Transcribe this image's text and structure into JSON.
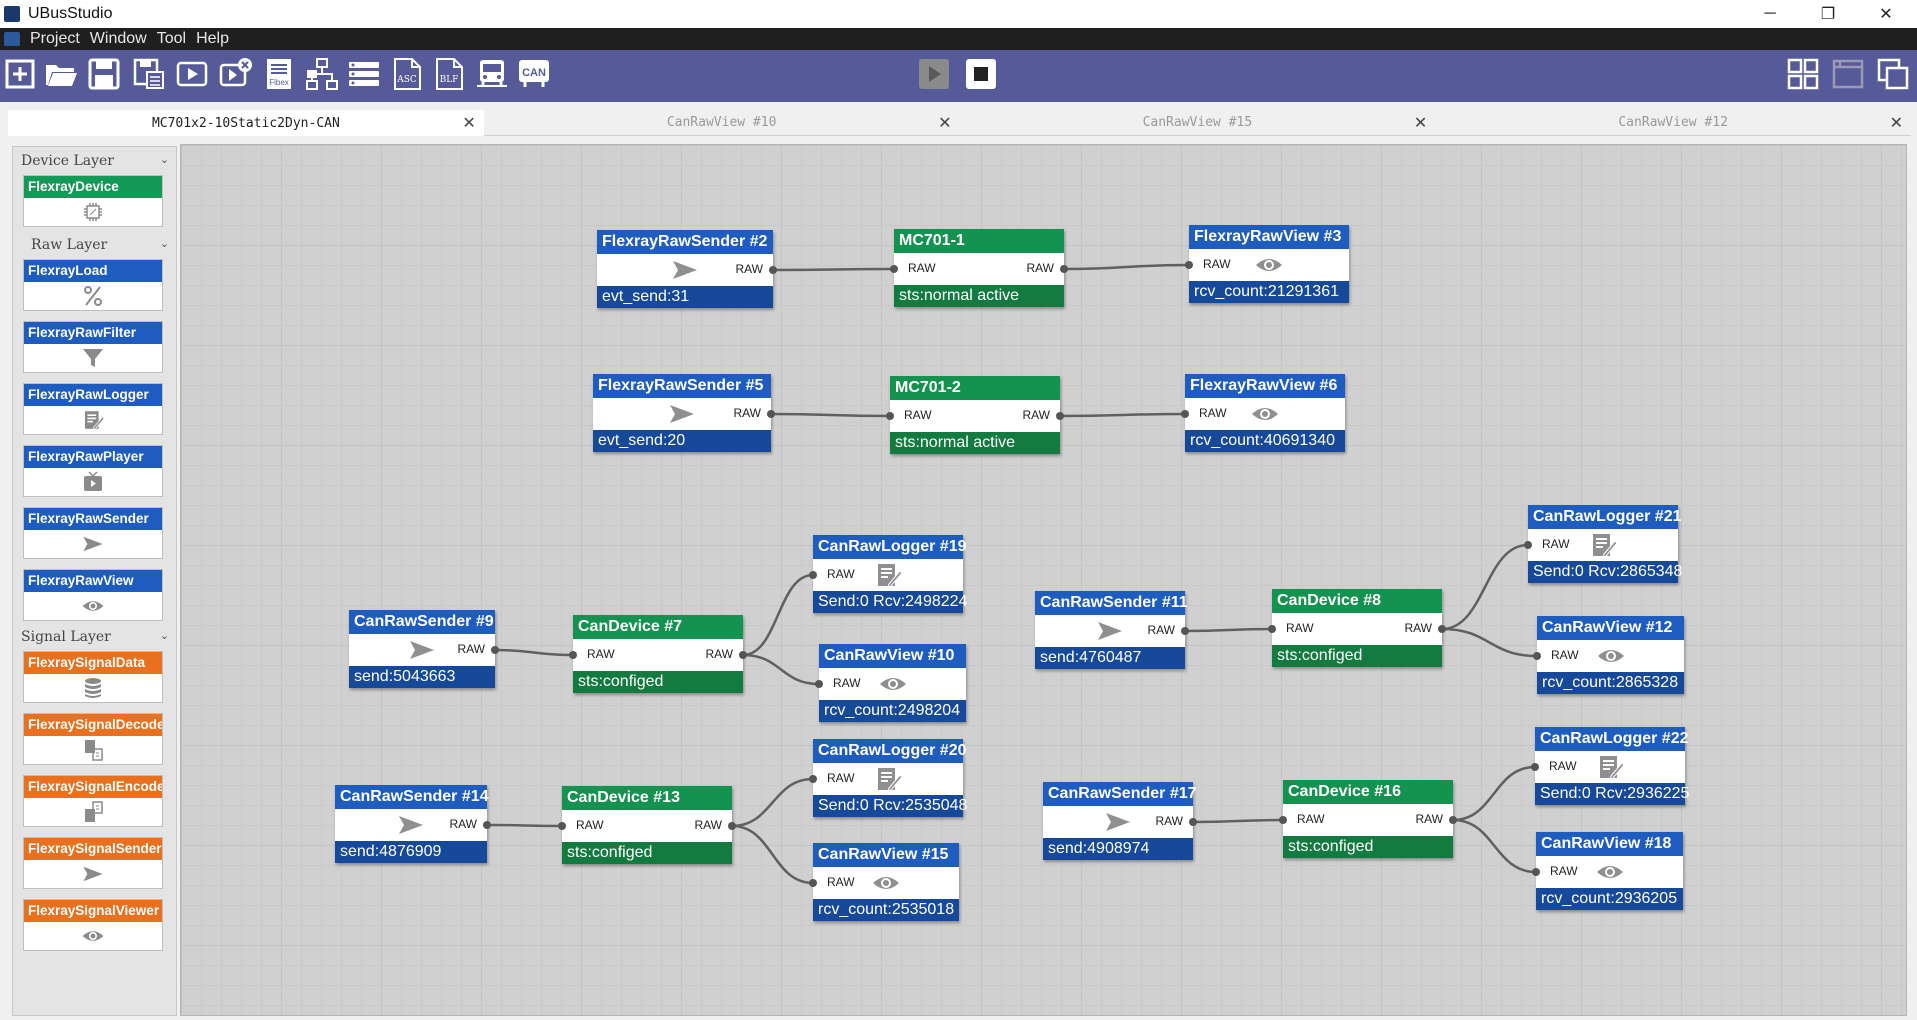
{
  "window": {
    "title": "UBusStudio",
    "controls": [
      "─",
      "❐",
      "✕"
    ]
  },
  "menu": [
    "Project",
    "Window",
    "Tool",
    "Help"
  ],
  "toolbar": {
    "left": [
      {
        "name": "new-icon",
        "label": "+"
      },
      {
        "name": "open-folder-icon",
        "label": ""
      },
      {
        "name": "save-icon",
        "label": ""
      },
      {
        "name": "save-as-icon",
        "label": ""
      },
      {
        "name": "run-project-icon",
        "label": ""
      },
      {
        "name": "stop-project-icon",
        "label": ""
      },
      {
        "name": "fibex-icon",
        "label": "Fibex"
      },
      {
        "name": "topology-icon",
        "label": ""
      },
      {
        "name": "list-icon",
        "label": ""
      },
      {
        "name": "asc-file-icon",
        "label": "ASC"
      },
      {
        "name": "blf-file-icon",
        "label": "BLF"
      },
      {
        "name": "bus-icon",
        "label": ""
      },
      {
        "name": "can-icon",
        "label": "CAN"
      }
    ],
    "center": [
      {
        "name": "play-icon"
      },
      {
        "name": "stop-icon"
      }
    ],
    "right": [
      {
        "name": "tile-windows-icon"
      },
      {
        "name": "window-icon"
      },
      {
        "name": "cascade-windows-icon"
      }
    ]
  },
  "tabs": [
    {
      "label": "MC701x2-10Static2Dyn-CAN",
      "active": true
    },
    {
      "label": "CanRawView #10",
      "active": false
    },
    {
      "label": "CanRawView #15",
      "active": false
    },
    {
      "label": "CanRawView #12",
      "active": false
    }
  ],
  "palette": {
    "layers": [
      {
        "title": "Device Layer",
        "items": [
          {
            "label": "FlexrayDevice",
            "color": "#149a57",
            "icon": "chip-icon"
          }
        ]
      },
      {
        "title": "Raw Layer",
        "items": [
          {
            "label": "FlexrayLoad",
            "color": "#1f5cc0",
            "icon": "percent-icon"
          },
          {
            "label": "FlexrayRawFilter",
            "color": "#1f5cc0",
            "icon": "filter-icon"
          },
          {
            "label": "FlexrayRawLogger",
            "color": "#1f5cc0",
            "icon": "logger-icon"
          },
          {
            "label": "FlexrayRawPlayer",
            "color": "#1f5cc0",
            "icon": "player-icon"
          },
          {
            "label": "FlexrayRawSender",
            "color": "#1f5cc0",
            "icon": "send-icon"
          },
          {
            "label": "FlexrayRawView",
            "color": "#1f5cc0",
            "icon": "eye-icon"
          }
        ]
      },
      {
        "title": "Signal Layer",
        "items": [
          {
            "label": "FlexraySignalData",
            "color": "#e8701e",
            "icon": "database-icon"
          },
          {
            "label": "FlexraySignalDecode",
            "color": "#e8701e",
            "icon": "decode-icon"
          },
          {
            "label": "FlexraySignalEncode",
            "color": "#e8701e",
            "icon": "encode-icon"
          },
          {
            "label": "FlexraySignalSender",
            "color": "#e8701e",
            "icon": "send-icon"
          },
          {
            "label": "FlexraySignalViewer",
            "color": "#e8701e",
            "icon": "eye-icon"
          }
        ]
      }
    ]
  },
  "pin_label": "RAW",
  "nodes": [
    {
      "id": "n2",
      "title": "FlexrayRawSender #2",
      "color": "blue",
      "icon": "send-icon",
      "status": "evt_send:31",
      "pins": "out"
    },
    {
      "id": "m1",
      "title": "MC701-1",
      "color": "green",
      "icon": "",
      "status": "sts:normal active",
      "pins": "both"
    },
    {
      "id": "n3",
      "title": "FlexrayRawView #3",
      "color": "blue",
      "icon": "eye-icon",
      "status": "rcv_count:21291361",
      "pins": "in"
    },
    {
      "id": "n5",
      "title": "FlexrayRawSender #5",
      "color": "blue",
      "icon": "send-icon",
      "status": "evt_send:20",
      "pins": "out"
    },
    {
      "id": "m2",
      "title": "MC701-2",
      "color": "green",
      "icon": "",
      "status": "sts:normal active",
      "pins": "both"
    },
    {
      "id": "n6",
      "title": "FlexrayRawView #6",
      "color": "blue",
      "icon": "eye-icon",
      "status": "rcv_count:40691340",
      "pins": "in"
    },
    {
      "id": "n9",
      "title": "CanRawSender #9",
      "color": "blue",
      "icon": "send-icon",
      "status": "send:5043663",
      "pins": "out"
    },
    {
      "id": "n7",
      "title": "CanDevice #7",
      "color": "green",
      "icon": "",
      "status": "sts:configed",
      "pins": "both"
    },
    {
      "id": "n19",
      "title": "CanRawLogger #19",
      "color": "blue",
      "icon": "logger-icon",
      "status": "Send:0 Rcv:2498224",
      "pins": "in"
    },
    {
      "id": "n10",
      "title": "CanRawView #10",
      "color": "blue",
      "icon": "eye-icon",
      "status": "rcv_count:2498204",
      "pins": "in"
    },
    {
      "id": "n14",
      "title": "CanRawSender #14",
      "color": "blue",
      "icon": "send-icon",
      "status": "send:4876909",
      "pins": "out"
    },
    {
      "id": "n13",
      "title": "CanDevice #13",
      "color": "green",
      "icon": "",
      "status": "sts:configed",
      "pins": "both"
    },
    {
      "id": "n20",
      "title": "CanRawLogger #20",
      "color": "blue",
      "icon": "logger-icon",
      "status": "Send:0 Rcv:2535048",
      "pins": "in"
    },
    {
      "id": "n15",
      "title": "CanRawView #15",
      "color": "blue",
      "icon": "eye-icon",
      "status": "rcv_count:2535018",
      "pins": "in"
    },
    {
      "id": "n11",
      "title": "CanRawSender #11",
      "color": "blue",
      "icon": "send-icon",
      "status": "send:4760487",
      "pins": "out"
    },
    {
      "id": "n8",
      "title": "CanDevice #8",
      "color": "green",
      "icon": "",
      "status": "sts:configed",
      "pins": "both"
    },
    {
      "id": "n21",
      "title": "CanRawLogger #21",
      "color": "blue",
      "icon": "logger-icon",
      "status": "Send:0 Rcv:2865348",
      "pins": "in"
    },
    {
      "id": "n12",
      "title": "CanRawView #12",
      "color": "blue",
      "icon": "eye-icon",
      "status": "rcv_count:2865328",
      "pins": "in"
    },
    {
      "id": "n17",
      "title": "CanRawSender #17",
      "color": "blue",
      "icon": "send-icon",
      "status": "send:4908974",
      "pins": "out"
    },
    {
      "id": "n16",
      "title": "CanDevice #16",
      "color": "green",
      "icon": "",
      "status": "sts:configed",
      "pins": "both"
    },
    {
      "id": "n22",
      "title": "CanRawLogger #22",
      "color": "blue",
      "icon": "logger-icon",
      "status": "Send:0 Rcv:2936225",
      "pins": "in"
    },
    {
      "id": "n18",
      "title": "CanRawView #18",
      "color": "blue",
      "icon": "eye-icon",
      "status": "rcv_count:2936205",
      "pins": "in"
    }
  ],
  "links": [
    [
      "n2",
      "m1"
    ],
    [
      "m1",
      "n3"
    ],
    [
      "n5",
      "m2"
    ],
    [
      "m2",
      "n6"
    ],
    [
      "n9",
      "n7"
    ],
    [
      "n7",
      "n19"
    ],
    [
      "n7",
      "n10"
    ],
    [
      "n14",
      "n13"
    ],
    [
      "n13",
      "n20"
    ],
    [
      "n13",
      "n15"
    ],
    [
      "n11",
      "n8"
    ],
    [
      "n8",
      "n21"
    ],
    [
      "n8",
      "n12"
    ],
    [
      "n17",
      "n16"
    ],
    [
      "n16",
      "n22"
    ],
    [
      "n16",
      "n18"
    ]
  ]
}
